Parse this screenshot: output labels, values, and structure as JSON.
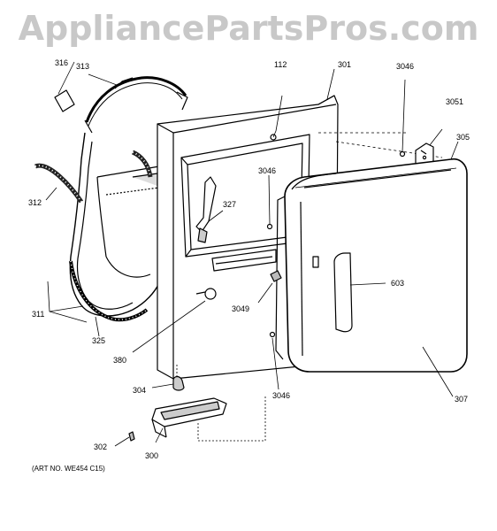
{
  "watermark": "AppliancePartsPros.com",
  "art_number": "(ART NO. WE454 C15)",
  "callouts": {
    "c316": "316",
    "c313": "313",
    "c112": "112",
    "c301": "301",
    "c3046a": "3046",
    "c3051": "3051",
    "c305": "305",
    "c3046b": "3046",
    "c312": "312",
    "c327": "327",
    "c603": "603",
    "c311": "311",
    "c325": "325",
    "c3049": "3049",
    "c380": "380",
    "c304": "304",
    "c3046c": "3046",
    "c307": "307",
    "c302": "302",
    "c300": "300"
  }
}
